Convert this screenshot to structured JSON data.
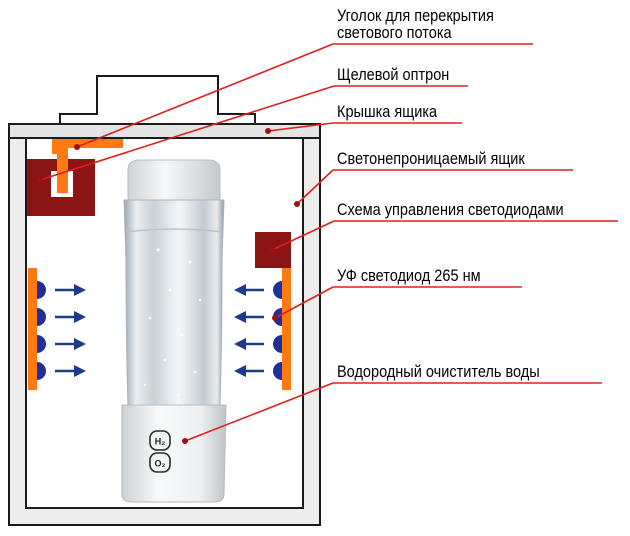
{
  "labels": {
    "corner_line1": "Уголок для перекрытия",
    "corner_line2": "светового потока",
    "optocoupler": "Щелевой оптрон",
    "lid": "Крышка ящика",
    "box": "Светонепроницаемый ящик",
    "led_driver": "Схема управления светодиодами",
    "uv_led": "УФ светодиод 265 нм",
    "purifier": "Водородный очиститель воды"
  },
  "bottle_buttons": {
    "top": "H₂",
    "bottom": "O₂"
  },
  "colors": {
    "box_fill": "#ededed",
    "outline": "#1a1a1a",
    "optocoupler": "#8b1414",
    "corner_shade": "#ff7a12",
    "led_board": "#ff7a12",
    "led": "#1e2f9a",
    "arrow": "#1e3a8a",
    "leader_line": "#e0201c",
    "label_underline": "#e0201c",
    "dot": "#a01010"
  }
}
